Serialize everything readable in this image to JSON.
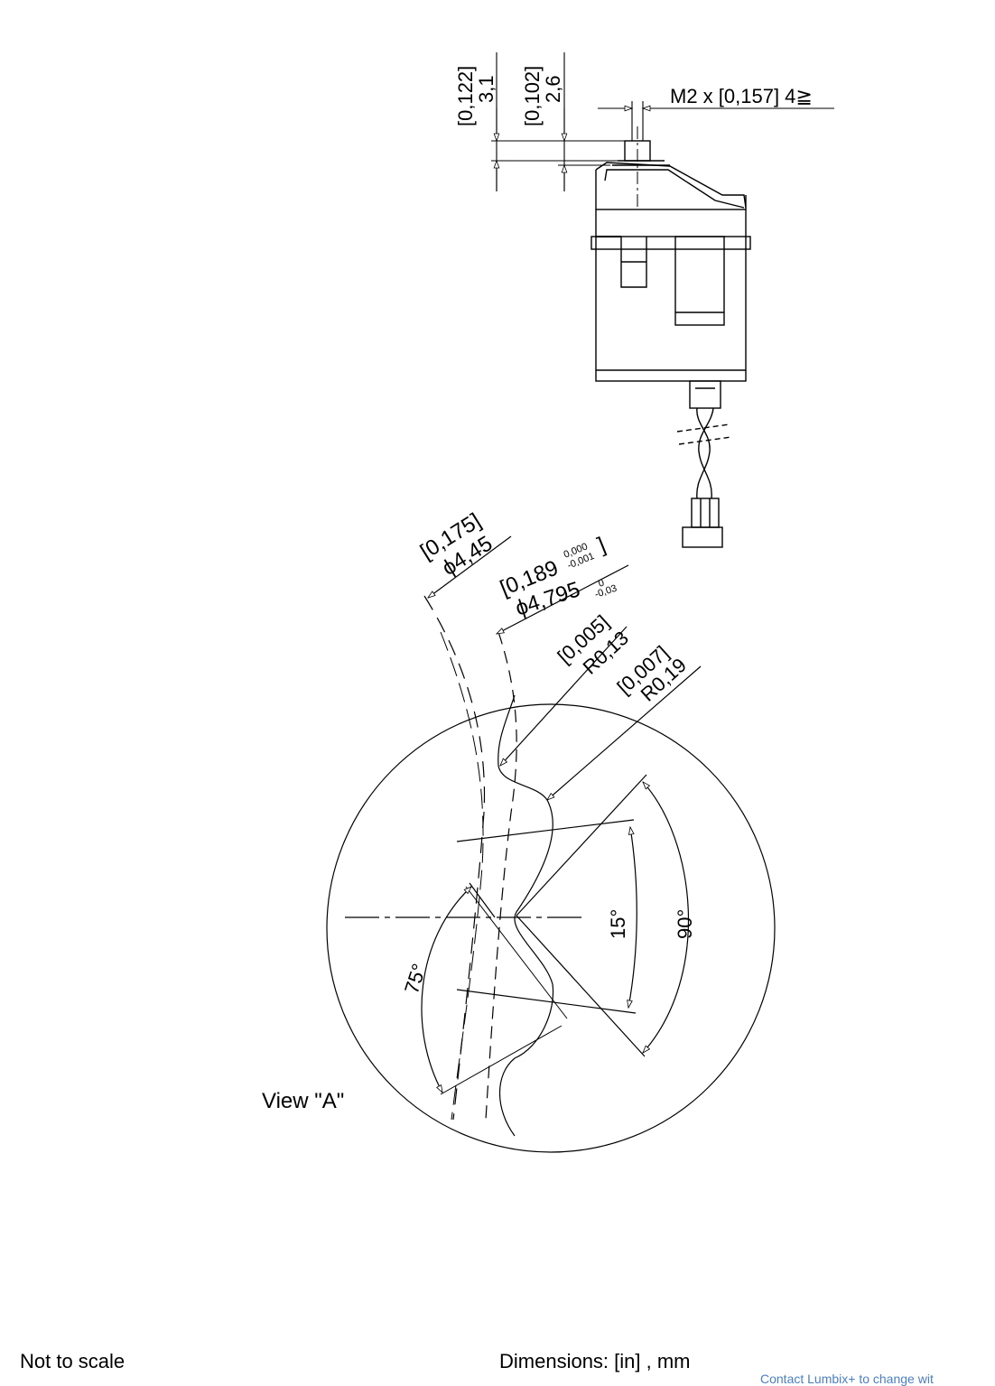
{
  "drawing": {
    "top_dims": {
      "d1_in": "[0,122]",
      "d1_mm": "3,1",
      "d2_in": "[0,102]",
      "d2_mm": "2,6",
      "thread": "M2 x [0,157] 4≧"
    },
    "view_a": {
      "title": "View \"A\"",
      "phi_small_in": "[0,175]",
      "phi_small_mm": "ϕ4,45",
      "phi_big_in": "[0,189",
      "phi_big_in_tol_upper": "0,000",
      "phi_big_in_tol_lower": "-0,001",
      "phi_big_in_close": "]",
      "phi_big_mm": "ϕ4,795",
      "phi_big_mm_tol_upper": "0",
      "phi_big_mm_tol_lower": "-0,03",
      "r1_in": "[0,005]",
      "r1_mm": "R0,13",
      "r2_in": "[0,007]",
      "r2_mm": "R0,19",
      "angle_15": "15°",
      "angle_90": "90°",
      "angle_75": "75°"
    }
  },
  "footer": {
    "note_left": "Not to scale",
    "note_right": "Dimensions: [in] , mm",
    "cut_link": "Contact Lumbix+ to change wit"
  }
}
